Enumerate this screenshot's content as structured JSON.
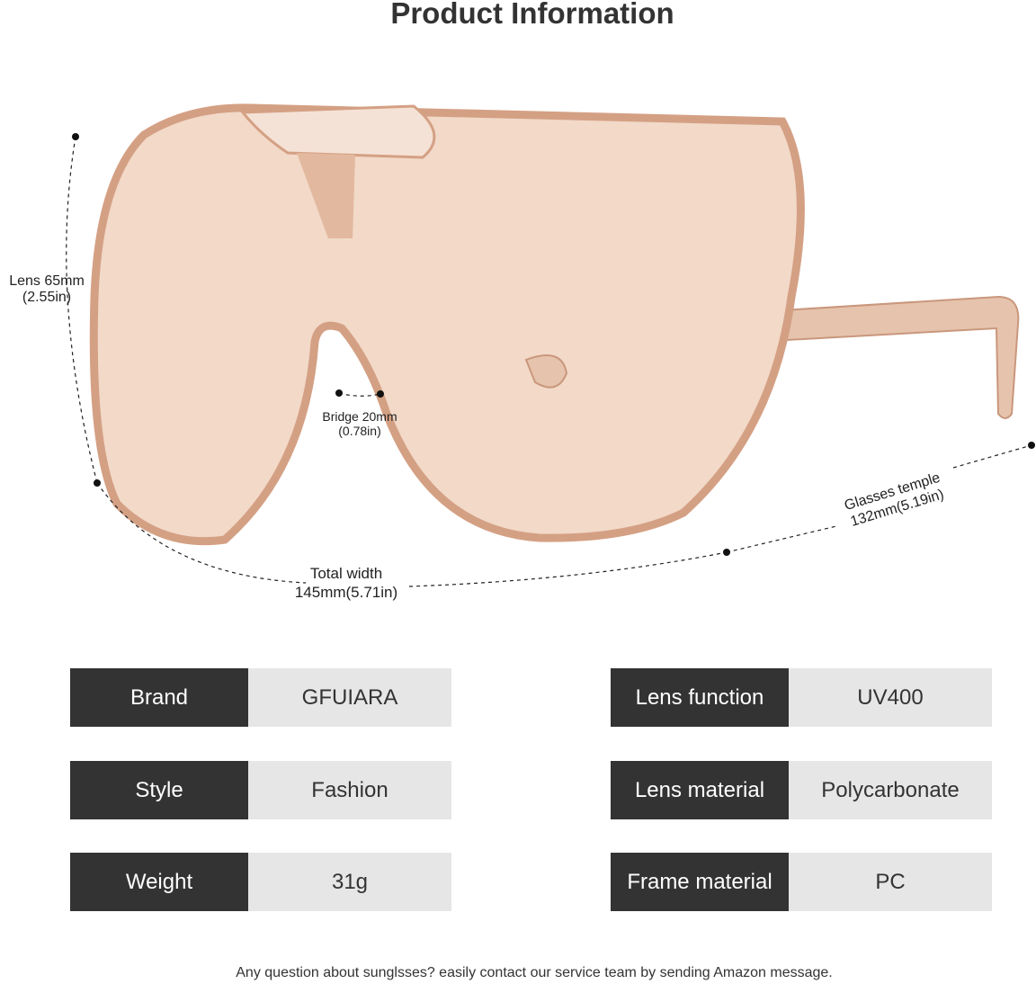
{
  "title": "Product Information",
  "dimensions": {
    "lens": [
      "Lens 65mm",
      "(2.55in)"
    ],
    "bridge": [
      "Bridge 20mm",
      "(0.78in)"
    ],
    "total_width": [
      "Total width",
      "145mm(5.71in)"
    ],
    "temple": [
      "Glasses temple",
      "132mm(5.19in)"
    ]
  },
  "specs_left": [
    {
      "label": "Brand",
      "value": "GFUIARA"
    },
    {
      "label": "Style",
      "value": "Fashion"
    },
    {
      "label": "Weight",
      "value": "31g"
    }
  ],
  "specs_right": [
    {
      "label": "Lens function",
      "value": "UV400"
    },
    {
      "label": "Lens material",
      "value": "Polycarbonate"
    },
    {
      "label": "Frame material",
      "value": "PC"
    }
  ],
  "footer": "Any question about sunglsses? easily contact our service team by sending Amazon message.",
  "colors": {
    "frame": "#d9ad94",
    "lens": "#f2d9c8",
    "label_bg": "#333333",
    "value_bg": "#e6e6e6"
  }
}
